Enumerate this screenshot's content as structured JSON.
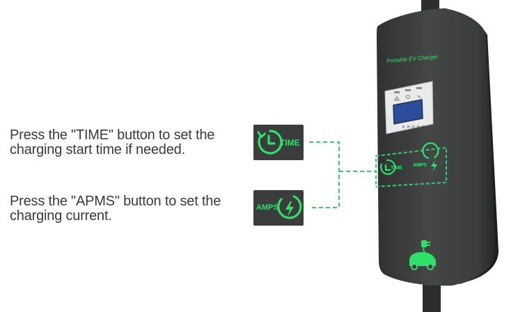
{
  "instructions": {
    "time": {
      "line1": "Press the \"TIME\" button to set the",
      "line2": "charging start time if needed."
    },
    "amps": {
      "line1": "Press the \"APMS\" button to set the",
      "line2": "charging current."
    }
  },
  "buttons": {
    "time_label": "TIME",
    "amps_label": "AMPS"
  },
  "device": {
    "title": "Portable EV Charger",
    "brand": "K.H.O.N.S"
  },
  "colors": {
    "accent_green": "#2fe06a",
    "device_body": "#3b3e3c",
    "connector_dashes": "#3ec67a"
  },
  "icons": [
    "clock-icon",
    "lightning-icon",
    "warning-icon",
    "info-icon",
    "wrench-icon",
    "ev-car-plug-icon"
  ]
}
